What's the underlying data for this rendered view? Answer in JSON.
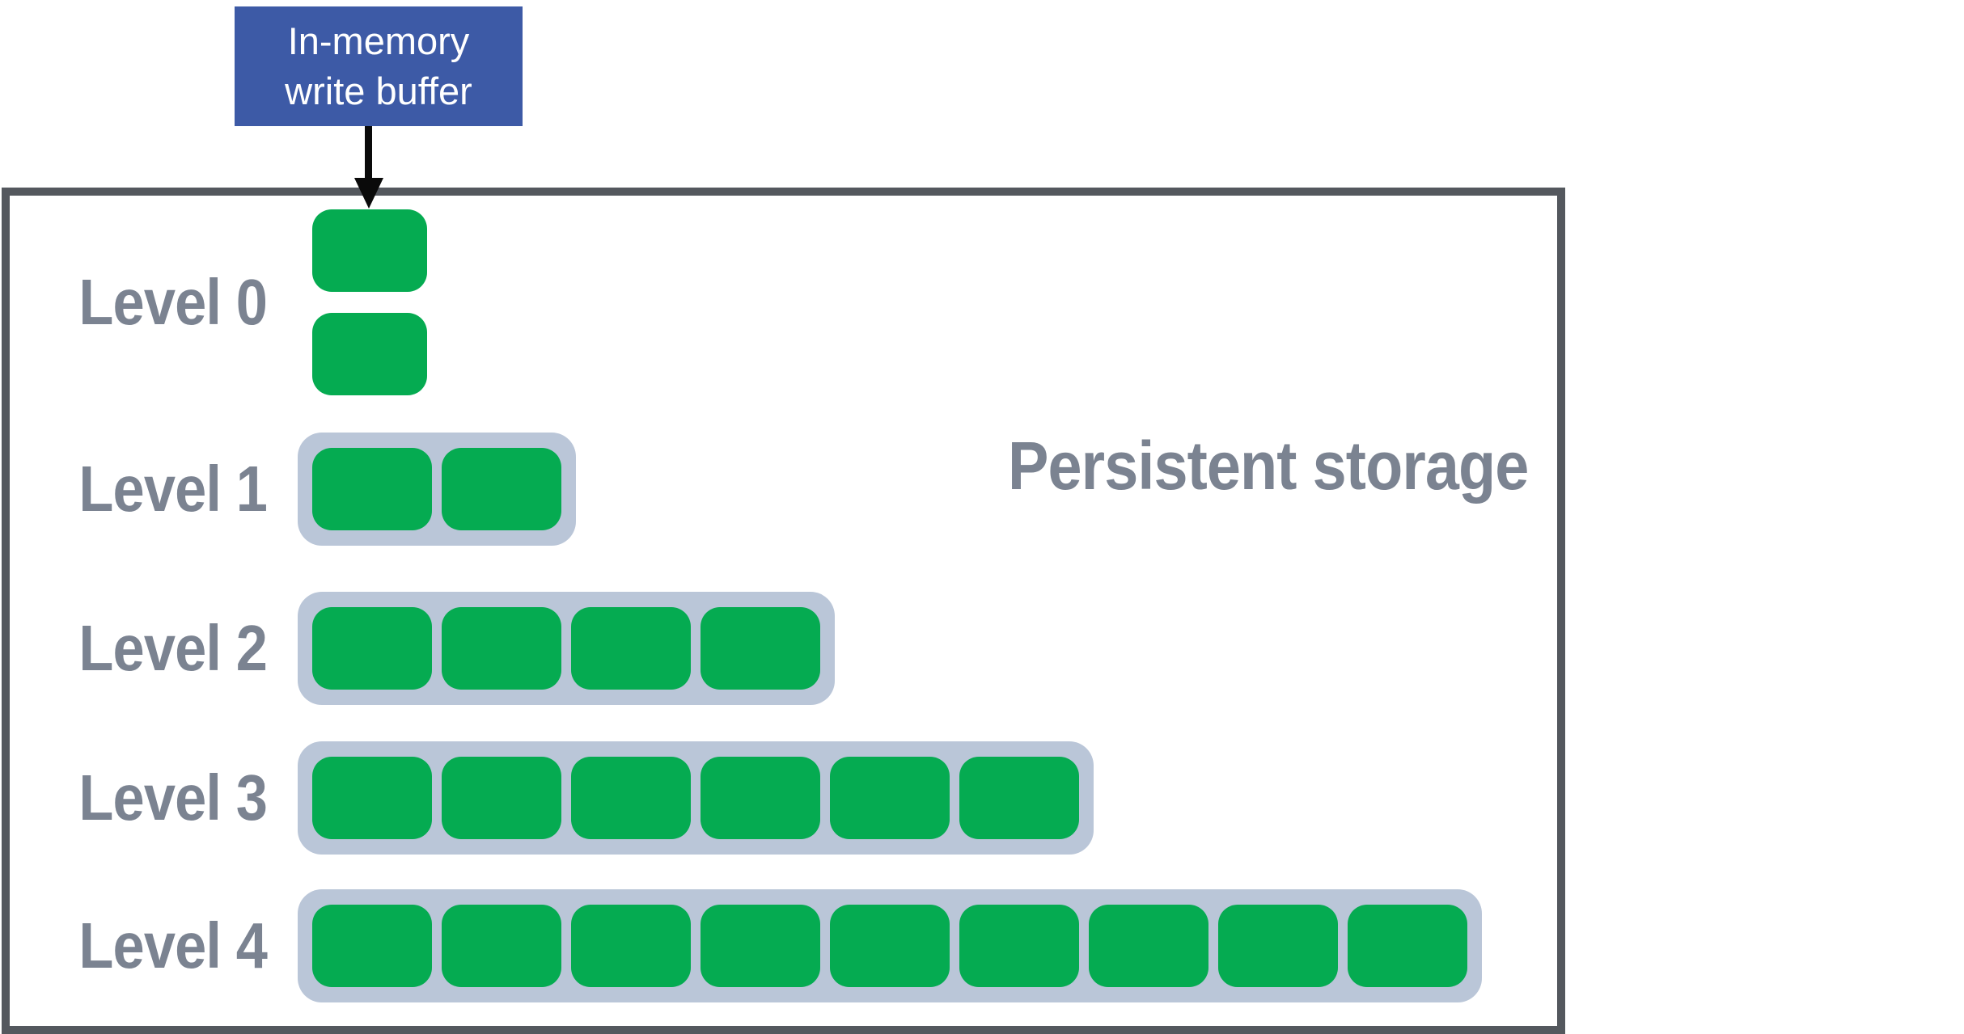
{
  "diagram": {
    "write_buffer": {
      "line1": "In-memory",
      "line2": "write buffer"
    },
    "storage_label": "Persistent storage",
    "levels": [
      {
        "label": "Level 0",
        "blocks": 2,
        "container": false
      },
      {
        "label": "Level 1",
        "blocks": 2,
        "container": true
      },
      {
        "label": "Level 2",
        "blocks": 4,
        "container": true
      },
      {
        "label": "Level 3",
        "blocks": 6,
        "container": true
      },
      {
        "label": "Level 4",
        "blocks": 9,
        "container": true
      }
    ],
    "colors": {
      "buffer_blue": "#3d5aa6",
      "block_green": "#05ab51",
      "container_gray": "#bac6d8",
      "border_gray": "#54585e",
      "label_gray": "#7b8391",
      "arrow_black": "#0a0a0a"
    }
  }
}
